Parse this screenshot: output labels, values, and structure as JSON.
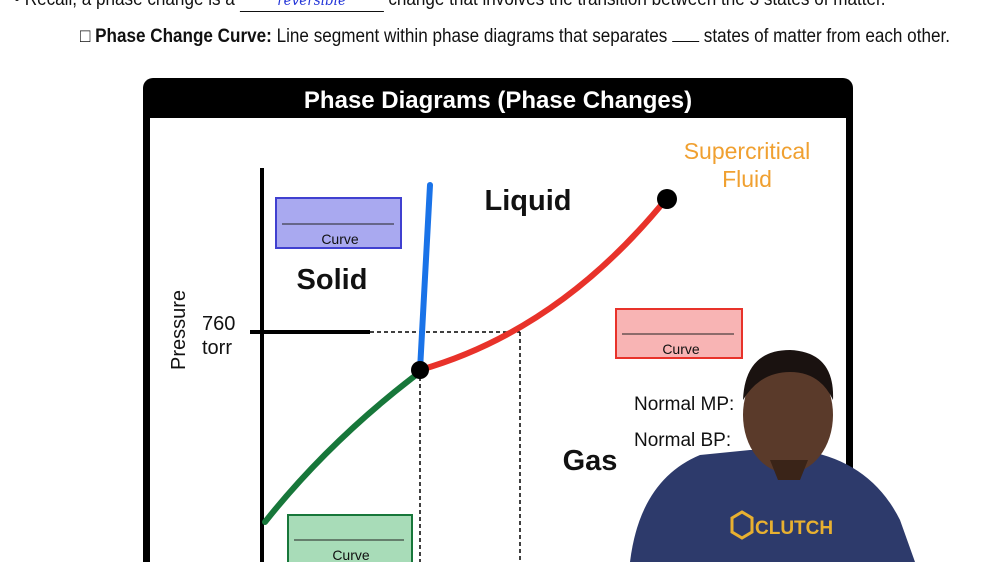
{
  "notes": {
    "line1_before": "• Recall, a phase change is a",
    "line1_blank_answer": "reversible",
    "line1_after": "change that involves the transition between the 3 states of matter.",
    "line2_checkbox": "□",
    "line2_term": "Phase Change Curve:",
    "line2_def_before": "Line segment within phase diagrams that separates",
    "line2_def_after": "states of matter from each other."
  },
  "diagram": {
    "title": "Phase Diagrams (Phase Changes)",
    "y_axis_label": "Pressure",
    "tick_value": "760",
    "tick_unit": "torr",
    "regions": {
      "solid": "Solid",
      "liquid": "Liquid",
      "gas": "Gas"
    },
    "supercritical_line1": "Supercritical",
    "supercritical_line2": "Fluid",
    "curve_boxes": [
      {
        "label": "Curve",
        "color": "#a9a9f0"
      },
      {
        "label": "Curve",
        "color": "#f8b4b4"
      },
      {
        "label": "Curve",
        "color": "#a8dcb8"
      }
    ],
    "normal_mp": "Normal MP:",
    "normal_bp": "Normal BP:",
    "colors": {
      "solid_liquid": "#1a73e8",
      "liquid_gas": "#e8322a",
      "solid_gas": "#17773a",
      "supercritical": "#f0a030"
    }
  },
  "presenter": {
    "shirt_logo": "CLUTCH"
  }
}
